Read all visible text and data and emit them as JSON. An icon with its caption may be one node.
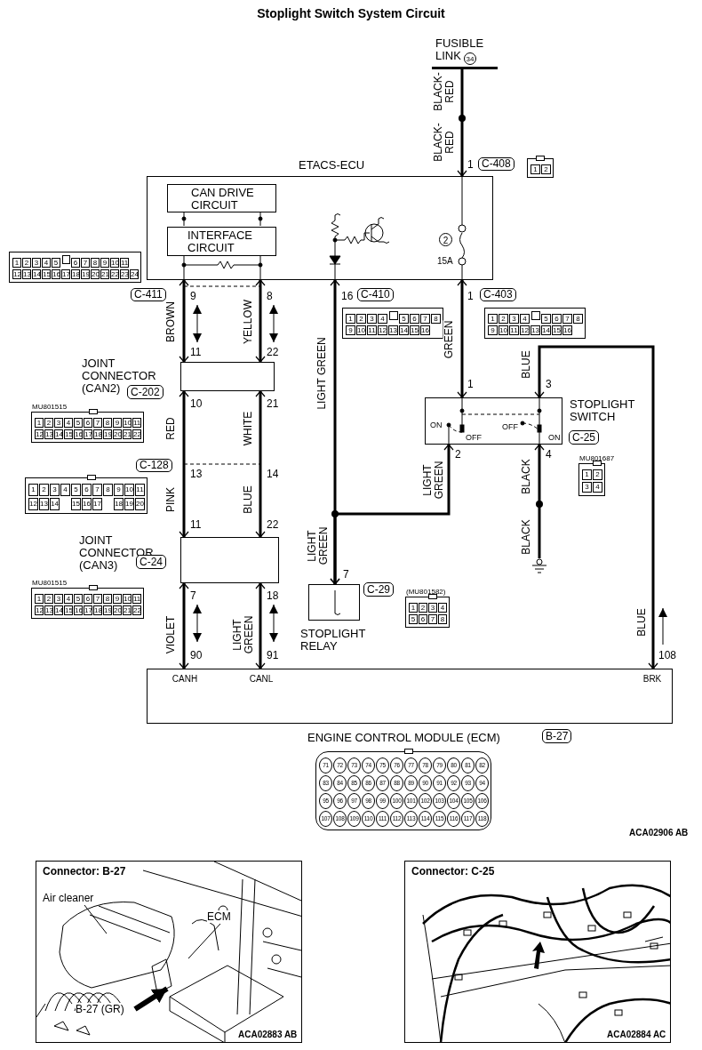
{
  "diagram": {
    "title": "Stoplight Switch System Circuit",
    "nodes": [
      {
        "text": [
          "FUSIBLE LINK",
          "34"
        ]
      },
      {
        "text": [
          "ETACS-ECU"
        ]
      },
      {
        "text": [
          "CAN DRIVE CIRCUIT"
        ],
        "in": 1
      },
      {
        "text": [
          "INTERFACE CIRCUIT"
        ],
        "in": 1
      },
      {
        "text": [
          "1",
          "2"
        ]
      },
      {
        "text": [
          "1",
          "2",
          "3",
          "4",
          "5",
          "6",
          "7",
          "8",
          "9",
          "10",
          "11",
          "12",
          "13",
          "14",
          "15",
          "16",
          "17",
          "18",
          "19",
          "20",
          "21",
          "22",
          "23",
          "24"
        ]
      },
      {
        "text": [
          "1",
          "2",
          "3",
          "4",
          "5",
          "6",
          "7",
          "8",
          "9",
          "10",
          "11",
          "12",
          "13",
          "14",
          "15",
          "16"
        ]
      },
      {
        "text": [
          "1",
          "2",
          "3",
          "4",
          "5",
          "6",
          "7",
          "8",
          "9",
          "10",
          "11",
          "12",
          "13",
          "14",
          "15",
          "16"
        ]
      },
      {
        "text": [
          "JOINT CONNECTOR (CAN2)"
        ],
        "beside": [
          "C-202"
        ]
      },
      {
        "text": [
          "1",
          "2",
          "3",
          "4",
          "5",
          "6",
          "7",
          "8",
          "9",
          "10",
          "11",
          "12",
          "13",
          "14",
          "15",
          "16",
          "17",
          "18",
          "19",
          "20",
          "21",
          "22"
        ],
        "beside": [
          "MU801515"
        ]
      },
      {
        "text": [
          "STOPLIGHT SWITCH"
        ],
        "beside": [
          "C-25"
        ]
      },
      {
        "text": [
          "1",
          "2",
          "3",
          "4"
        ],
        "beside": [
          "MU801687"
        ]
      },
      {
        "text": [
          "1",
          "2",
          "3",
          "4",
          "5",
          "6",
          "7",
          "8",
          "9",
          "10",
          "11",
          "12",
          "13",
          "14",
          "15",
          "16",
          "17",
          "18",
          "19",
          "20"
        ]
      },
      {
        "text": [
          "JOINT CONNECTOR (CAN3)"
        ],
        "beside": [
          "C-24"
        ]
      },
      {
        "text": [
          "1",
          "2",
          "3",
          "4",
          "5",
          "6",
          "7",
          "8",
          "9",
          "10",
          "11",
          "12",
          "13",
          "14",
          "15",
          "16",
          "17",
          "18",
          "19",
          "20",
          "21",
          "22"
        ],
        "beside": [
          "MU801515"
        ]
      },
      {
        "text": [
          "STOPLIGHT RELAY"
        ],
        "beside": [
          "C-29"
        ]
      },
      {
        "text": [
          "1",
          "2",
          "3",
          "4",
          "5",
          "6",
          "7",
          "8"
        ],
        "beside": [
          "(MU801582)"
        ]
      },
      {
        "text": [
          "CANH",
          "CANL",
          "BRK",
          "ENGINE CONTROL MODULE (ECM)"
        ],
        "beside": [
          "B-27"
        ]
      },
      {
        "text": [
          "71",
          "72",
          "73",
          "74",
          "75",
          "76",
          "77",
          "78",
          "79",
          "80",
          "81",
          "82",
          "83",
          "84",
          "85",
          "86",
          "87",
          "88",
          "89",
          "90",
          "91",
          "92",
          "93",
          "94",
          "95",
          "96",
          "97",
          "98",
          "99",
          "100",
          "101",
          "102",
          "103",
          "104",
          "105",
          "106",
          "107",
          "108",
          "109",
          "110",
          "111",
          "112",
          "113",
          "114",
          "115",
          "116",
          "117",
          "118"
        ]
      },
      {
        "text": [],
        "shape": "ground"
      },
      {
        "text": [
          "Connector: B-27"
        ]
      },
      {
        "text": [
          "Air cleaner"
        ],
        "in": 20
      },
      {
        "text": [
          "ECM"
        ],
        "in": 20
      },
      {
        "text": [
          "B-27 (GR)"
        ],
        "in": 20
      },
      {
        "text": [
          "Connector: C-25"
        ]
      }
    ],
    "edges": [
      {
        "from": 0,
        "to": 1,
        "arrow": "to",
        "label": "BLACK-RED"
      },
      {
        "from": 1,
        "to": 8,
        "arrow": "both",
        "label": "BROWN"
      },
      {
        "from": 1,
        "to": 8,
        "arrow": "both",
        "label": "YELLOW"
      },
      {
        "from": 8,
        "to": 13,
        "arrow": "both",
        "label": "RED"
      },
      {
        "from": 8,
        "to": 13,
        "arrow": "both",
        "label": "WHITE"
      },
      {
        "from": 13,
        "to": 17,
        "arrow": "both",
        "label": "VIOLET"
      },
      {
        "from": 13,
        "to": 17,
        "arrow": "both",
        "label": "LIGHT GREEN"
      },
      {
        "from": 1,
        "to": 15,
        "arrow": "both",
        "label": "LIGHT GREEN"
      },
      {
        "from": 10,
        "to": 15,
        "arrow": "both",
        "label": "LIGHT GREEN"
      },
      {
        "from": 1,
        "to": 10,
        "arrow": "both",
        "label": "GREEN"
      },
      {
        "from": 19,
        "to": 10,
        "arrow": "to",
        "label": "BLACK"
      },
      {
        "from": 10,
        "to": 17,
        "arrow": "both",
        "label": "BLUE"
      },
      {
        "from": 21,
        "to": null,
        "arrow": "none"
      },
      {
        "from": 22,
        "to": null,
        "arrow": "none"
      },
      {
        "from": 23,
        "to": null,
        "arrow": "to",
        "style": "thick"
      },
      {
        "from": 2,
        "to": 3,
        "arrow": "none"
      },
      {
        "from": 2,
        "to": 3,
        "arrow": "none"
      }
    ],
    "labels": [
      "BLACK-RED",
      "1",
      "C-408",
      "2",
      "15A",
      "C-411",
      "9",
      "8",
      "16",
      "C-410",
      "1",
      "C-403",
      "11",
      "22",
      "1",
      "3",
      "10",
      "21",
      "ON",
      "OFF",
      "OFF",
      "ON",
      "2",
      "4",
      "C-128",
      "13",
      "14",
      "PINK",
      "BLUE",
      "BLACK",
      "11",
      "22",
      "LIGHT GREEN",
      "7",
      "7",
      "18",
      "BLUE",
      "90",
      "91",
      "108",
      "ACA02906 AB",
      "ACA02883 AB",
      "ACA02884 AC"
    ]
  }
}
